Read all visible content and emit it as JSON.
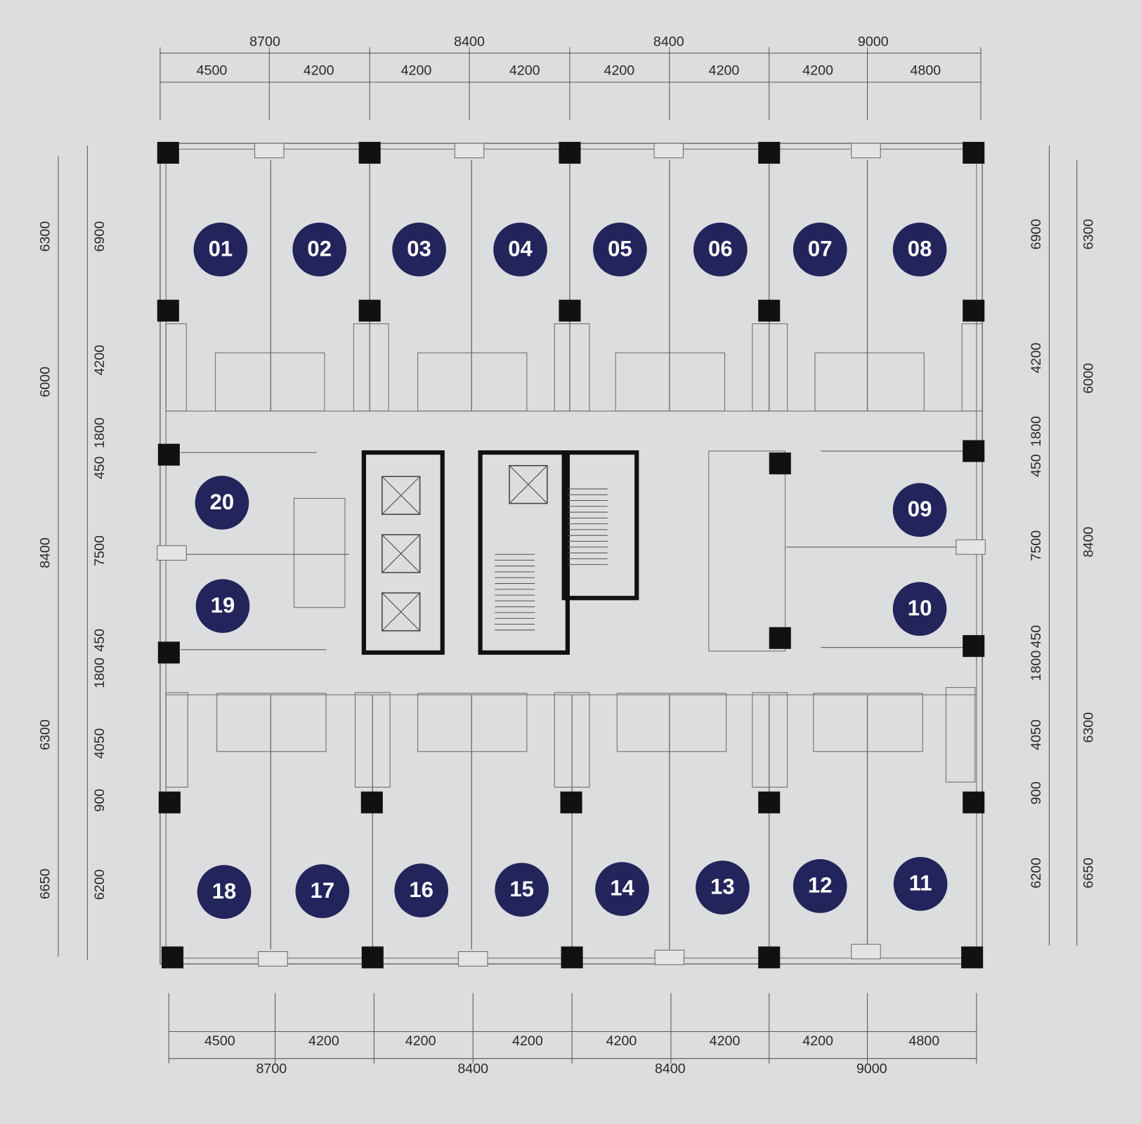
{
  "title": "Floor plan",
  "colors": {
    "unit": "#24245c",
    "wall": "#111111",
    "line": "#6a6a6a",
    "background": "#dcdddf"
  },
  "units": {
    "top": [
      "01",
      "02",
      "03",
      "04",
      "05",
      "06",
      "07",
      "08"
    ],
    "right": [
      "09",
      "10"
    ],
    "bottom": [
      "18",
      "17",
      "16",
      "15",
      "14",
      "13",
      "12",
      "11"
    ],
    "left": [
      "20",
      "19"
    ]
  },
  "dimensions": {
    "top_outer": [
      "8700",
      "8400",
      "8400",
      "9000"
    ],
    "top_inner": [
      "4500",
      "4200",
      "4200",
      "4200",
      "4200",
      "4200",
      "4200",
      "4800"
    ],
    "bottom_inner": [
      "4500",
      "4200",
      "4200",
      "4200",
      "4200",
      "4200",
      "4200",
      "4800"
    ],
    "bottom_outer": [
      "8700",
      "8400",
      "8400",
      "9000"
    ],
    "left_outer": [
      "6300",
      "6000",
      "8400",
      "6300",
      "6650"
    ],
    "left_inner": [
      "6900",
      "4200",
      "1800",
      "450",
      "7500",
      "450",
      "1800",
      "4050",
      "900",
      "6200"
    ],
    "right_inner": [
      "6900",
      "4200",
      "1800",
      "450",
      "7500",
      "450",
      "1800",
      "4050",
      "900",
      "6200"
    ],
    "right_outer": [
      "6300",
      "6000",
      "8400",
      "6300",
      "6650"
    ]
  }
}
